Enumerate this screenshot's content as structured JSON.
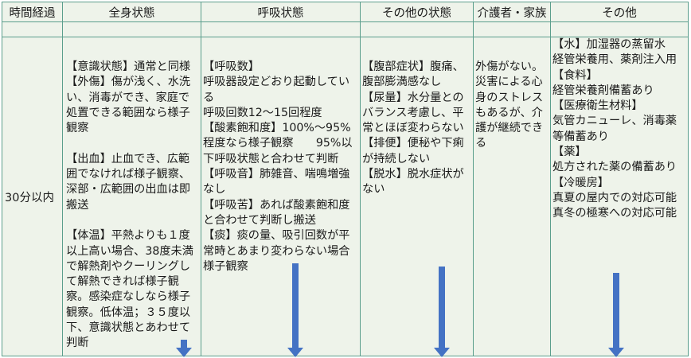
{
  "headers": [
    "時間経過",
    "全身状態",
    "呼吸状態",
    "その他の状態",
    "介護者・家族",
    "その他"
  ],
  "time_label": "30分以内",
  "cells": {
    "zenshin": "【意識状態】通常と同様\n【外傷】傷が浅く、水洗い、消毒ができ、家庭で処置できる範囲なら様子観察\n\n【出血】止血でき、広範囲でなければ様子観察、深部・広範囲の出血は即搬送\n\n【体温】平熱よりも１度以上高い場合、38度未満で解熱剤やクーリングして解熱できれば様子観察。感染症なしなら様子観察。低体温；３５度以下、意識状態とあわせて判断",
    "kokyu": "【呼吸数】\n呼吸器設定どおり起動している\n呼吸回数12～15回程度\n【酸素飽和度】100%～95%程度なら様子観察　　95%以下呼吸状態と合わせて判断\n【呼吸音】肺雑音、喘鳴増強なし\n【呼吸苦】あれば酸素飽和度と合わせて判断し搬送\n【痰】痰の量、吸引回数が平常時とあまり変わらない場合様子観察",
    "sonota_jotai": "【腹部症状】腹痛、腹部膨満感なし\n【尿量】水分量とのバランス考慮し、平常とほぼ変わらない\n【排便】便秘や下痢が持続しない\n【脱水】脱水症状がない",
    "kaigo": "外傷がない。\n災害による心身のストレスもあるが、介護が継続できる",
    "sonota": "【水】加湿器の蒸留水\n経管栄養用、薬剤注入用\n【食料】\n経管栄養剤備蓄あり\n【医療衛生材料】\n気管カニューレ、消毒薬等備蓄あり\n【薬】\n処方された薬の備蓄あり\n【冷暖房】\n真夏の屋内での対応可能\n真冬の極寒への対応可能"
  },
  "colors": {
    "background": "#eef3ea",
    "border": "#5b9e8c",
    "arrow": "#4472c4"
  }
}
